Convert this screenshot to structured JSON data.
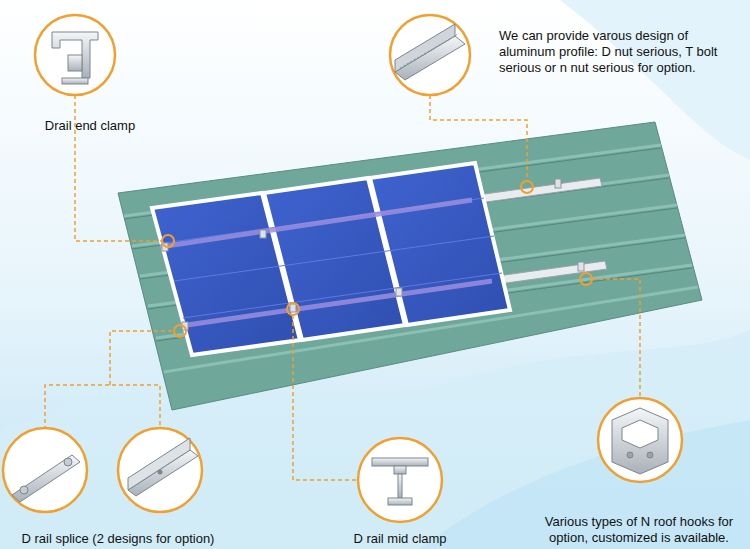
{
  "diagram": {
    "labels": [
      "Drail end clamp",
      "We can provide varous design of aluminum profile: D nut serious, T bolt serious or n nut serious for option.",
      "D rail splice (2 designs for option)",
      "D rail mid clamp",
      "Various types of N roof hooks for option, customized is available."
    ]
  }
}
